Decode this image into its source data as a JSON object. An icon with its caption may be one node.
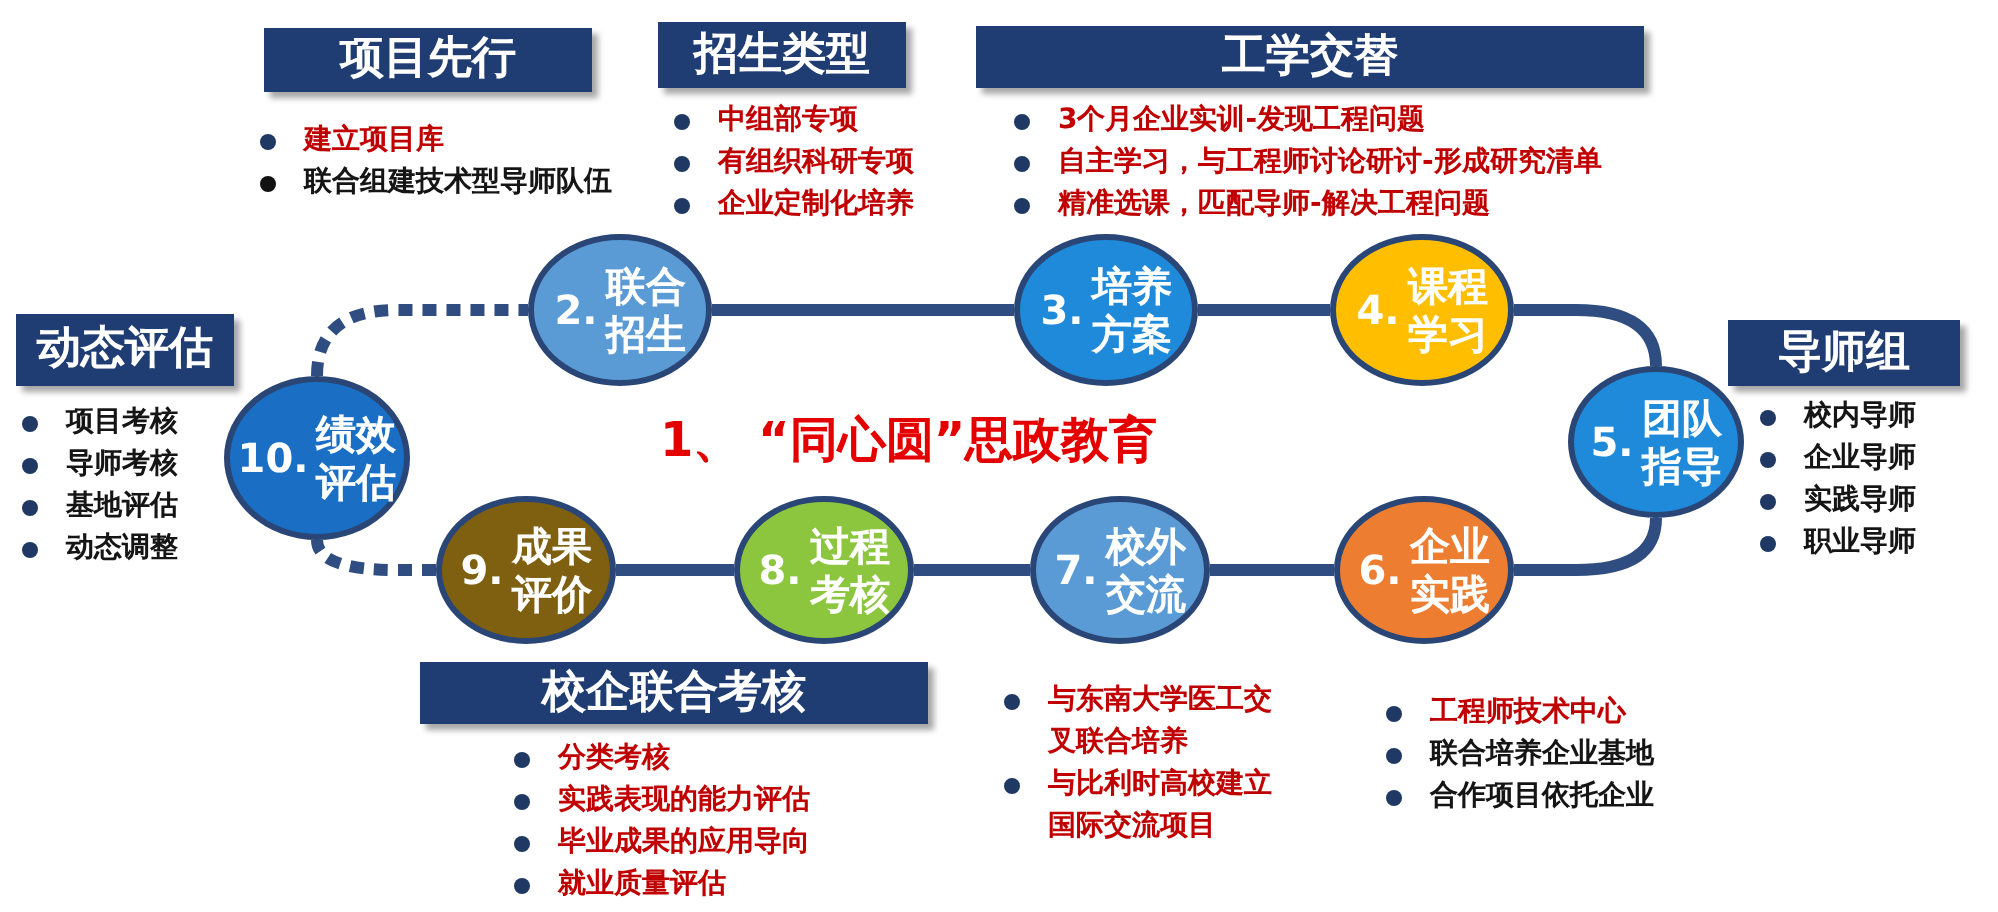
{
  "diagram": {
    "nodes": [
      {
        "text": [
          "项目先行"
        ],
        "beside": [
          "建立项目库",
          "联合组建技术型导师队伍"
        ]
      },
      {
        "text": [
          "招生类型"
        ],
        "beside": [
          "中组部专项",
          "有组织科研专项",
          "企业定制化培养"
        ]
      },
      {
        "text": [
          "工学交替"
        ],
        "beside": [
          "3个月企业实训-发现工程问题",
          "自主学习，与工程师讨论研讨-形成研究清单",
          "精准选课，匹配导师-解决工程问题"
        ]
      },
      {
        "text": [
          "2.",
          "联合招生"
        ]
      },
      {
        "text": [
          "3.",
          "培养方案"
        ]
      },
      {
        "text": [
          "4.",
          "课程学习"
        ]
      },
      {
        "text": [
          "动态评估"
        ],
        "beside": [
          "项目考核",
          "导师考核",
          "基地评估",
          "动态调整"
        ]
      },
      {
        "text": [
          "导师组"
        ],
        "beside": [
          "校内导师",
          "企业导师",
          "实践导师",
          "职业导师"
        ]
      },
      {
        "text": [
          "10.",
          "绩效评估"
        ]
      },
      {
        "text": [
          "5.",
          "团队指导"
        ]
      },
      {
        "text": [
          "9.",
          "成果评价"
        ]
      },
      {
        "text": [
          "8.",
          "过程考核"
        ]
      },
      {
        "text": [
          "7.",
          "校外交流"
        ],
        "beside": [
          "与东南大学医工交叉联合培养",
          "与比利时高校建立国际交流项目"
        ]
      },
      {
        "text": [
          "6.",
          "企业实践"
        ],
        "beside": [
          "工程师技术中心",
          "联合培养企业基地",
          "合作项目依托企业"
        ]
      },
      {
        "text": [
          "校企联合考核"
        ],
        "beside": [
          "分类考核",
          "实践表现的能力评估",
          "毕业成果的应用导向",
          "就业质量评估"
        ]
      }
    ],
    "edges": [
      {
        "from": 3,
        "to": 4,
        "arrow": "none"
      },
      {
        "from": 4,
        "to": 5,
        "arrow": "none"
      },
      {
        "from": 5,
        "to": 9,
        "arrow": "none"
      },
      {
        "from": 9,
        "to": 13,
        "arrow": "none"
      },
      {
        "from": 13,
        "to": 12,
        "arrow": "none"
      },
      {
        "from": 12,
        "to": 11,
        "arrow": "none"
      },
      {
        "from": 11,
        "to": 10,
        "arrow": "none"
      },
      {
        "from": 10,
        "to": 8,
        "arrow": "none",
        "style": "dashed"
      },
      {
        "from": 8,
        "to": 3,
        "arrow": "none",
        "style": "dashed"
      }
    ],
    "labels": [
      "1、 “同心圆”思政教育"
    ]
  }
}
